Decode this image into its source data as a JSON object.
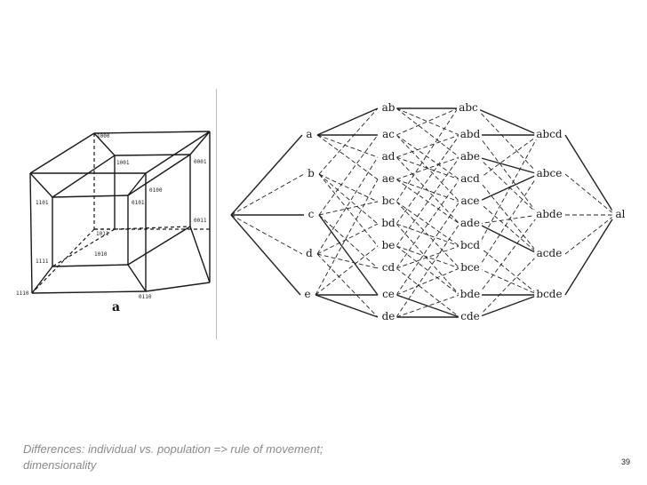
{
  "slide": {
    "caption": {
      "line1": "Differences: individual vs. population => rule of movement;",
      "line2": "dimensionality"
    },
    "page_number": "39"
  },
  "hypercube": {
    "caption": "a",
    "vertex_labels": [
      "1000",
      "1001",
      "0001",
      "0100",
      "1101",
      "0101",
      "0011",
      "1111",
      "1010",
      "1110",
      "0110",
      "1011"
    ]
  },
  "lattice": {
    "nodes": [
      "a",
      "b",
      "c",
      "d",
      "e",
      "ab",
      "ac",
      "ad",
      "ae",
      "bc",
      "bd",
      "be",
      "cd",
      "ce",
      "de",
      "abc",
      "abd",
      "abe",
      "acd",
      "ace",
      "ade",
      "bcd",
      "bce",
      "bde",
      "cde",
      "abcd",
      "abce",
      "abde",
      "acde",
      "bcde",
      "al"
    ]
  }
}
